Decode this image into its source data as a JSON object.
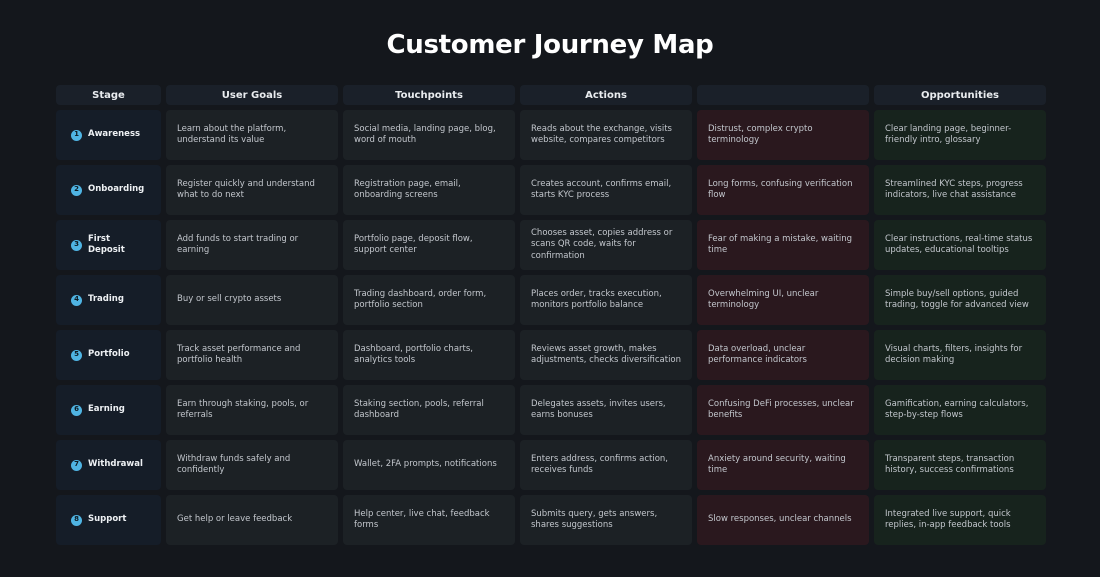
{
  "title": "Customer Journey Map",
  "columns": [
    "Stage",
    "User Goals",
    "Touchpoints",
    "Actions",
    "",
    "Opportunities"
  ],
  "rows": [
    {
      "num": "1",
      "stage": "Awareness",
      "goals": "Learn about the platform, understand its value",
      "touchpoints": "Social media, landing page, blog, word of mouth",
      "actions": "Reads about the exchange, visits website, compares competitors",
      "pain": "Distrust, complex crypto terminology",
      "opportunities": "Clear landing page, beginner-friendly intro, glossary"
    },
    {
      "num": "2",
      "stage": "Onboarding",
      "goals": "Register quickly and understand what to do next",
      "touchpoints": "Registration page, email, onboarding screens",
      "actions": "Creates account, confirms email, starts KYC process",
      "pain": "Long forms, confusing verification flow",
      "opportunities": "Streamlined KYC steps, progress indicators, live chat assistance"
    },
    {
      "num": "3",
      "stage": "First Deposit",
      "goals": "Add funds to start trading or earning",
      "touchpoints": "Portfolio page, deposit flow, support center",
      "actions": "Chooses asset, copies address or scans QR code, waits for confirmation",
      "pain": "Fear of making a mistake, waiting time",
      "opportunities": "Clear instructions, real-time status updates, educational tooltips"
    },
    {
      "num": "4",
      "stage": "Trading",
      "goals": "Buy or sell crypto assets",
      "touchpoints": "Trading dashboard, order form, portfolio section",
      "actions": "Places order, tracks execution, monitors portfolio balance",
      "pain": "Overwhelming UI, unclear terminology",
      "opportunities": "Simple buy/sell options, guided trading, toggle for advanced view"
    },
    {
      "num": "5",
      "stage": "Portfolio",
      "goals": "Track asset performance and portfolio health",
      "touchpoints": "Dashboard, portfolio charts, analytics tools",
      "actions": "Reviews asset growth, makes adjustments, checks diversification",
      "pain": "Data overload, unclear performance indicators",
      "opportunities": "Visual charts, filters, insights for decision making"
    },
    {
      "num": "6",
      "stage": "Earning",
      "goals": "Earn through staking, pools, or referrals",
      "touchpoints": "Staking section, pools, referral dashboard",
      "actions": "Delegates assets, invites users, earns bonuses",
      "pain": "Confusing DeFi processes, unclear benefits",
      "opportunities": "Gamification, earning calculators, step-by-step flows"
    },
    {
      "num": "7",
      "stage": "Withdrawal",
      "goals": "Withdraw funds safely and confidently",
      "touchpoints": "Wallet, 2FA prompts, notifications",
      "actions": "Enters address, confirms action, receives funds",
      "pain": "Anxiety around security, waiting time",
      "opportunities": "Transparent steps, transaction history, success confirmations"
    },
    {
      "num": "8",
      "stage": "Support",
      "goals": "Get help or leave feedback",
      "touchpoints": "Help center, live chat, feedback forms",
      "actions": "Submits query, gets answers, shares suggestions",
      "pain": "Slow responses, unclear channels",
      "opportunities": "Integrated live support, quick replies, in-app feedback tools"
    }
  ],
  "colors": {
    "background": "#14171c",
    "stage_badge": "#4fb4e3",
    "pain_cell": "#2a181e",
    "opportunity_cell": "#17231d"
  }
}
